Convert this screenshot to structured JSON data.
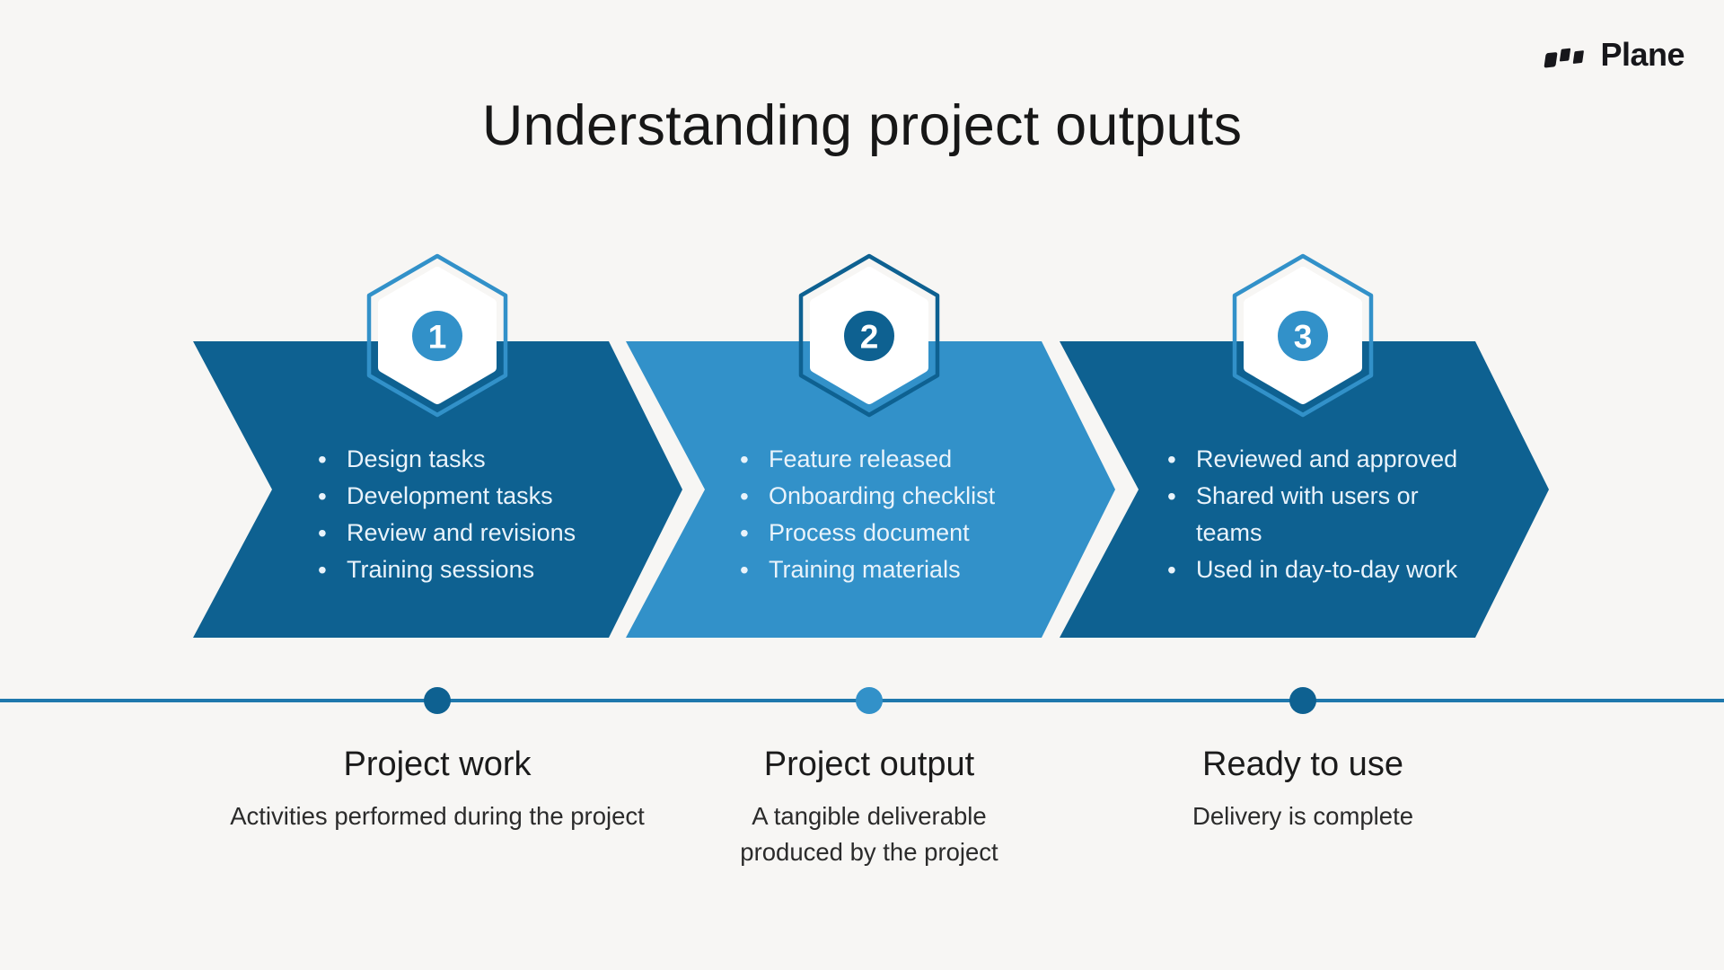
{
  "brand": {
    "name": "Plane"
  },
  "title": "Understanding project outputs",
  "colors": {
    "dark_blue": "#0e6191",
    "light_blue": "#3291c9",
    "timeline": "#1f78ad",
    "background": "#f7f6f4",
    "text_on_blue": "#e9f3fb",
    "badge_number": "#ffffff"
  },
  "steps": [
    {
      "number": "1",
      "items": [
        "Design tasks",
        "Development tasks",
        "Review and revisions",
        "Training sessions"
      ],
      "label": "Project work",
      "description": "Activities performed during the project"
    },
    {
      "number": "2",
      "items": [
        "Feature released",
        "Onboarding checklist",
        "Process document",
        "Training materials"
      ],
      "label": "Project output",
      "description": "A tangible deliverable produced by the project"
    },
    {
      "number": "3",
      "items": [
        "Reviewed and approved",
        "Shared with users or teams",
        "Used in day-to-day work"
      ],
      "label": "Ready to use",
      "description": "Delivery is complete"
    }
  ]
}
